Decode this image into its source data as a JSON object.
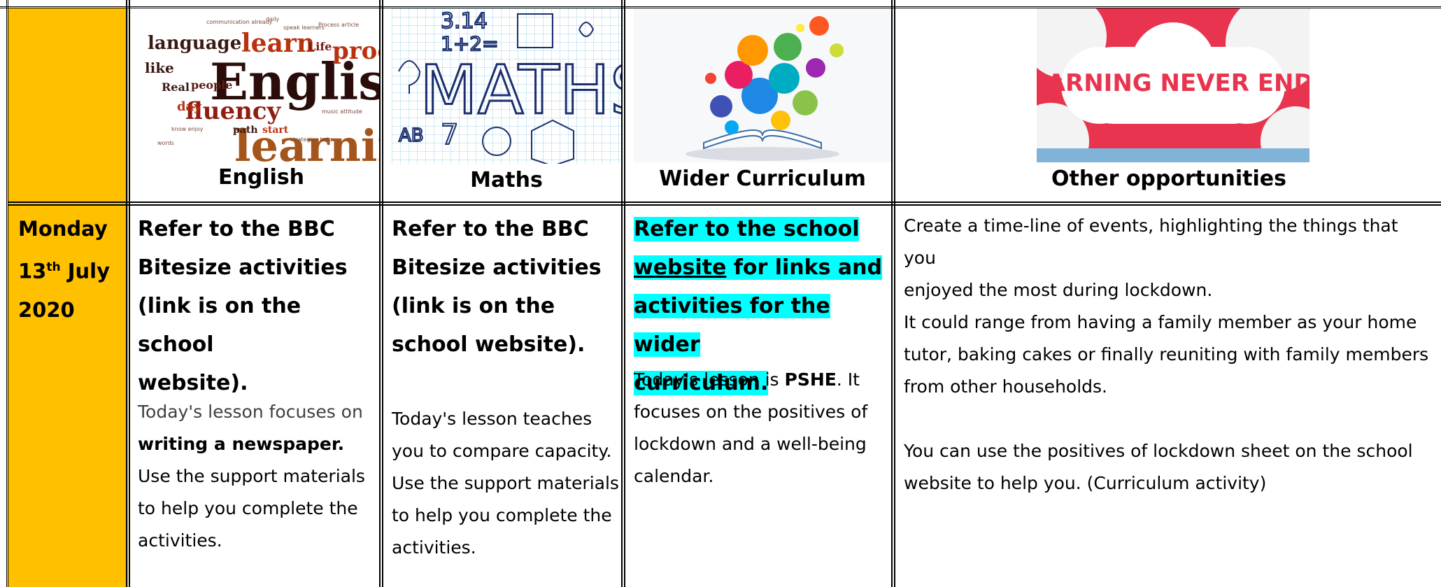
{
  "header": {
    "english": "English",
    "maths": "Maths",
    "wider": "Wider Curriculum",
    "other": "Other opportunities"
  },
  "images": {
    "english_words": [
      "language",
      "learn",
      "Life",
      "English",
      "fluency",
      "learning",
      "proc",
      "like",
      "people",
      "Real",
      "day",
      "path",
      "start"
    ],
    "maths_words": [
      "MATHS",
      "3.14",
      "1+2=",
      "AB",
      "7"
    ],
    "learning_banner": "LEARNING NEVER ENDS"
  },
  "row": {
    "day_line1": "Monday",
    "day_num": "13",
    "day_suffix": "th",
    "day_month": " July",
    "day_year": "2020",
    "english": {
      "head": [
        "Refer to the BBC",
        "Bitesize activities",
        "(link is on the school",
        "website)."
      ],
      "intro": "Today's lesson focuses on",
      "bold": "writing a newspaper.",
      "rest": [
        "Use the support materials",
        "to help you complete the",
        "activities."
      ]
    },
    "maths": {
      "head": [
        "Refer to the BBC",
        "Bitesize activities",
        "(link is on the",
        "school website)."
      ],
      "body": [
        "Today's lesson teaches",
        "you to compare capacity.",
        "Use the support materials",
        "to help you complete the",
        "activities."
      ]
    },
    "wider": {
      "head1": "Refer to the school",
      "head2_link": "website",
      "head2_rest": " for links and",
      "head3": "activities for the wider",
      "head4": "curriculum.",
      "lesson_pre": "Today's lesson is ",
      "lesson_bold": "PSHE",
      "lesson_post": ". It",
      "body": [
        "focuses on the positives of",
        "lockdown and a well-being",
        "calendar."
      ]
    },
    "other": {
      "lines": [
        "Create a time-line of events, highlighting the things that you",
        "enjoyed the most during lockdown.",
        "It could range from having a family member as your home",
        "tutor, baking cakes or finally reuniting with family members",
        "from other households.",
        "",
        "You can use the positives of lockdown sheet on the school",
        "website to help you. (Curriculum activity)"
      ]
    }
  },
  "colors": {
    "gold": "#FFC000",
    "highlight": "#00FFFF"
  }
}
